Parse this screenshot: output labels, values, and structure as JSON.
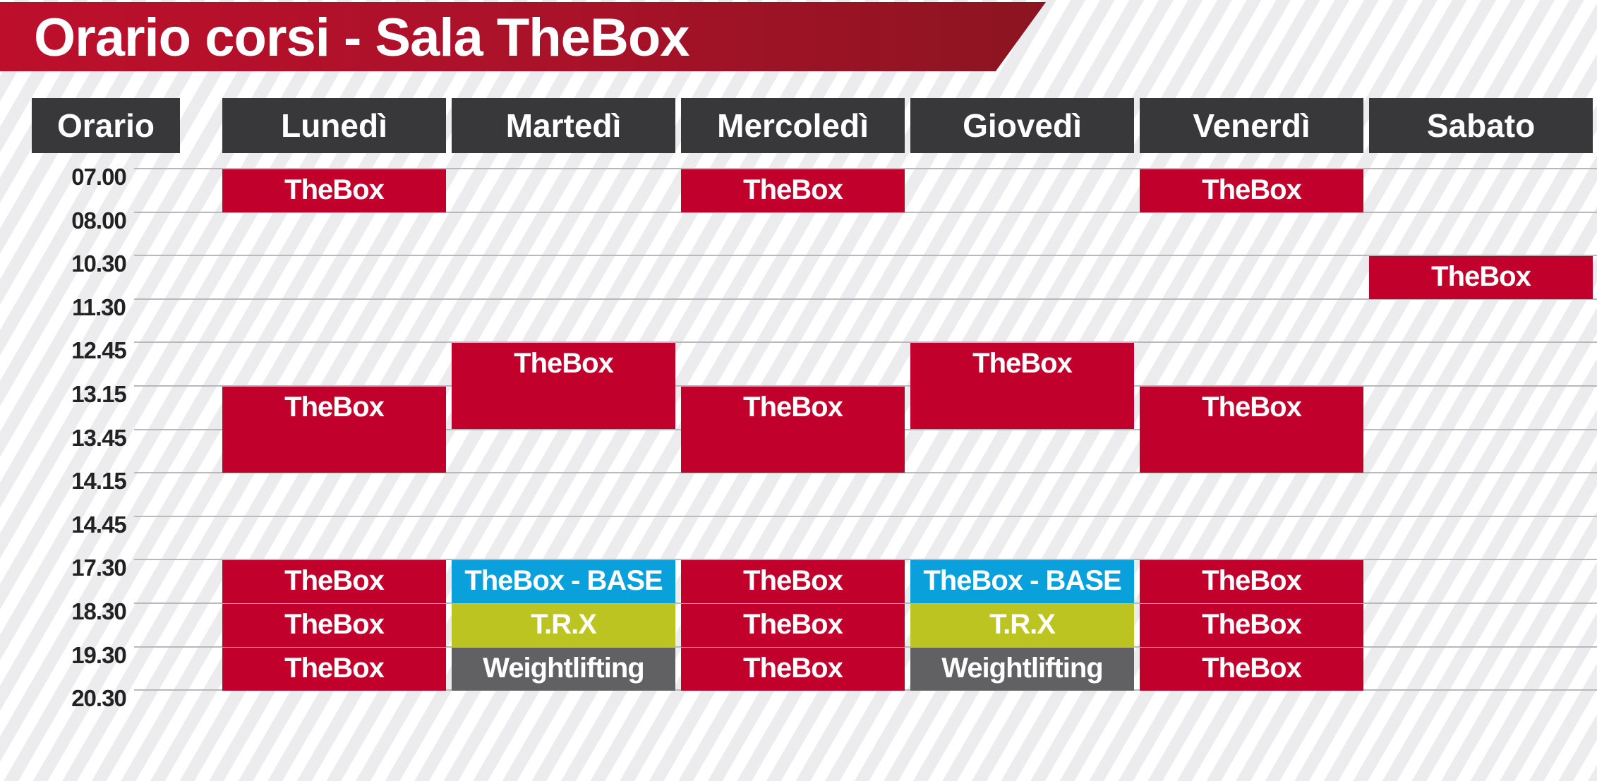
{
  "title": "Orario corsi - Sala TheBox",
  "header": {
    "orario_label": "Orario",
    "days": [
      "Lunedì",
      "Martedì",
      "Mercoledì",
      "Giovedì",
      "Venerdì",
      "Sabato"
    ]
  },
  "times": [
    "07.00",
    "08.00",
    "10.30",
    "11.30",
    "12.45",
    "13.15",
    "13.45",
    "14.15",
    "14.45",
    "17.30",
    "18.30",
    "19.30",
    "20.30"
  ],
  "colors": {
    "thebox": "#c1002c",
    "thebox_base": "#0aa0dc",
    "trx": "#bcc422",
    "weightlifting": "#616164",
    "header": "#38383a",
    "banner": "#b01128"
  },
  "classes": [
    {
      "day": 0,
      "start": "07.00",
      "end": "08.00",
      "label": "TheBox",
      "type": "thebox"
    },
    {
      "day": 2,
      "start": "07.00",
      "end": "08.00",
      "label": "TheBox",
      "type": "thebox"
    },
    {
      "day": 4,
      "start": "07.00",
      "end": "08.00",
      "label": "TheBox",
      "type": "thebox"
    },
    {
      "day": 5,
      "start": "10.30",
      "end": "11.30",
      "label": "TheBox",
      "type": "thebox"
    },
    {
      "day": 1,
      "start": "12.45",
      "end": "13.45",
      "label": "TheBox",
      "type": "thebox"
    },
    {
      "day": 3,
      "start": "12.45",
      "end": "13.45",
      "label": "TheBox",
      "type": "thebox"
    },
    {
      "day": 0,
      "start": "13.15",
      "end": "14.15",
      "label": "TheBox",
      "type": "thebox"
    },
    {
      "day": 2,
      "start": "13.15",
      "end": "14.15",
      "label": "TheBox",
      "type": "thebox"
    },
    {
      "day": 4,
      "start": "13.15",
      "end": "14.15",
      "label": "TheBox",
      "type": "thebox"
    },
    {
      "day": 0,
      "start": "17.30",
      "end": "18.30",
      "label": "TheBox",
      "type": "thebox"
    },
    {
      "day": 1,
      "start": "17.30",
      "end": "18.30",
      "label": "TheBox - BASE",
      "type": "thebox_base"
    },
    {
      "day": 2,
      "start": "17.30",
      "end": "18.30",
      "label": "TheBox",
      "type": "thebox"
    },
    {
      "day": 3,
      "start": "17.30",
      "end": "18.30",
      "label": "TheBox - BASE",
      "type": "thebox_base"
    },
    {
      "day": 4,
      "start": "17.30",
      "end": "18.30",
      "label": "TheBox",
      "type": "thebox"
    },
    {
      "day": 0,
      "start": "18.30",
      "end": "19.30",
      "label": "TheBox",
      "type": "thebox"
    },
    {
      "day": 1,
      "start": "18.30",
      "end": "19.30",
      "label": "T.R.X",
      "type": "trx"
    },
    {
      "day": 2,
      "start": "18.30",
      "end": "19.30",
      "label": "TheBox",
      "type": "thebox"
    },
    {
      "day": 3,
      "start": "18.30",
      "end": "19.30",
      "label": "T.R.X",
      "type": "trx"
    },
    {
      "day": 4,
      "start": "18.30",
      "end": "19.30",
      "label": "TheBox",
      "type": "thebox"
    },
    {
      "day": 0,
      "start": "19.30",
      "end": "20.30",
      "label": "TheBox",
      "type": "thebox"
    },
    {
      "day": 1,
      "start": "19.30",
      "end": "20.30",
      "label": "Weightlifting",
      "type": "weightlifting"
    },
    {
      "day": 2,
      "start": "19.30",
      "end": "20.30",
      "label": "TheBox",
      "type": "thebox"
    },
    {
      "day": 3,
      "start": "19.30",
      "end": "20.30",
      "label": "Weightlifting",
      "type": "weightlifting"
    },
    {
      "day": 4,
      "start": "19.30",
      "end": "20.30",
      "label": "TheBox",
      "type": "thebox"
    }
  ]
}
